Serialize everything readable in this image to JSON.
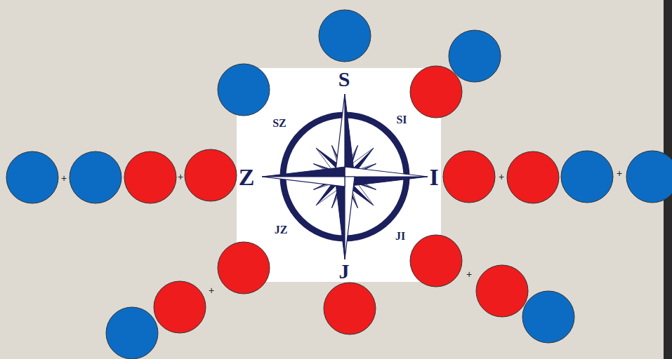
{
  "diagram": {
    "nodes": [
      {
        "text": [
          "S",
          "SZ",
          "SI",
          "Z",
          "I",
          "JZ",
          "JI",
          "J"
        ]
      }
    ],
    "labels": [
      "+",
      "+",
      "+",
      "+",
      "+",
      "+"
    ]
  }
}
